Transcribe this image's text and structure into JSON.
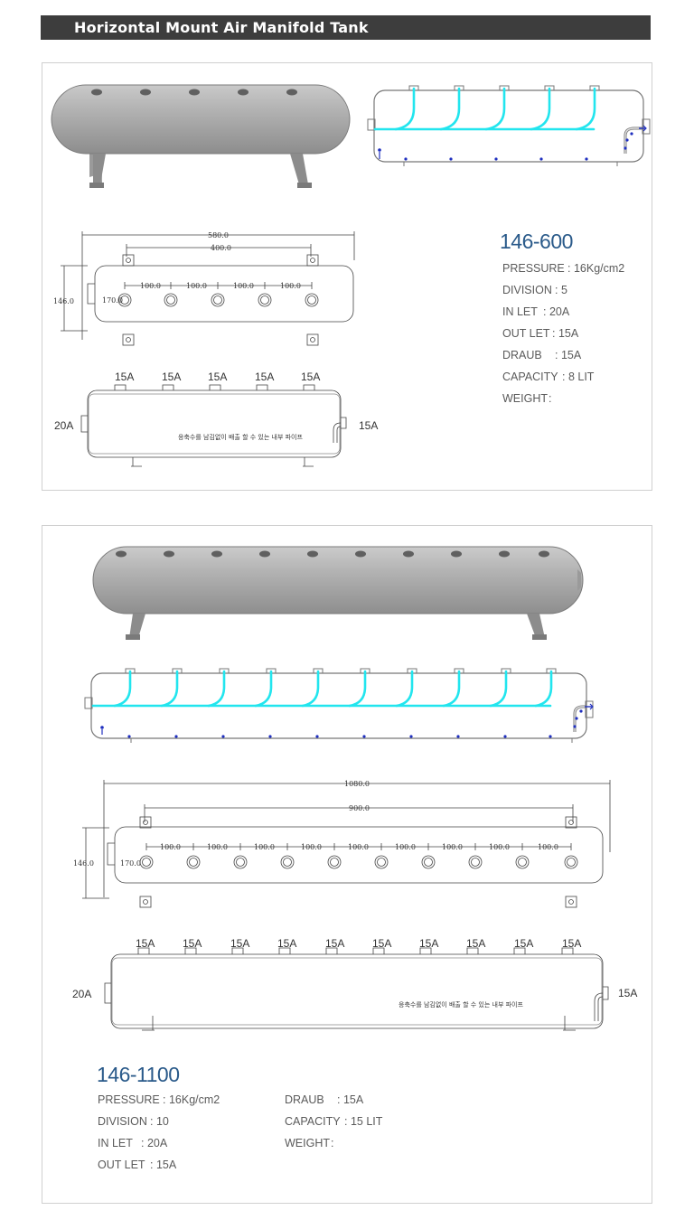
{
  "header": {
    "title": "Horizontal Mount Air Manifold Tank"
  },
  "products": [
    {
      "model": "146-600",
      "specs": {
        "pressure_label": "PRESSURE",
        "pressure_value": "16Kg/cm2",
        "division_label": "DIVISION",
        "division_value": "5",
        "inlet_label": "IN LET",
        "inlet_value": "20A",
        "outlet_label": "OUT LET",
        "outlet_value": "15A",
        "draub_label": "DRAUB",
        "draub_value": "15A",
        "capacity_label": "CAPACITY",
        "capacity_value": "8 LIT",
        "weight_label": "WEIGHT",
        "weight_value": ""
      },
      "drawing": {
        "overall": "580.0",
        "mount_span": "400.0",
        "pitch": "100.0",
        "height": "146.0",
        "port_dia": "170.0",
        "port_size": "15A",
        "inlet_size": "20A",
        "drain_size": "15A",
        "note": "응축수를 남김없이 배출 할 수 있는 내부 파이프"
      }
    },
    {
      "model": "146-1100",
      "specs": {
        "pressure_label": "PRESSURE",
        "pressure_value": "16Kg/cm2",
        "division_label": "DIVISION",
        "division_value": "10",
        "inlet_label": "IN LET",
        "inlet_value": "20A",
        "outlet_label": "OUT LET",
        "outlet_value": "15A",
        "draub_label": "DRAUB",
        "draub_value": "15A",
        "capacity_label": "CAPACITY",
        "capacity_value": "15 LIT",
        "weight_label": "WEIGHT",
        "weight_value": ""
      },
      "drawing": {
        "overall": "1080.0",
        "mount_span": "900.0",
        "pitch": "100.0",
        "height": "146.0",
        "port_dia": "170.0",
        "port_size": "15A",
        "inlet_size": "20A",
        "drain_size": "15A",
        "note": "응축수를 남김없이 배출 할 수 있는 내부 파이프"
      }
    }
  ],
  "colors": {
    "header_bg": "#3d3d3d",
    "model_text": "#2a5a8a",
    "flow_pipe": "#22e5ee",
    "drain_dot": "#1f2fbf"
  }
}
